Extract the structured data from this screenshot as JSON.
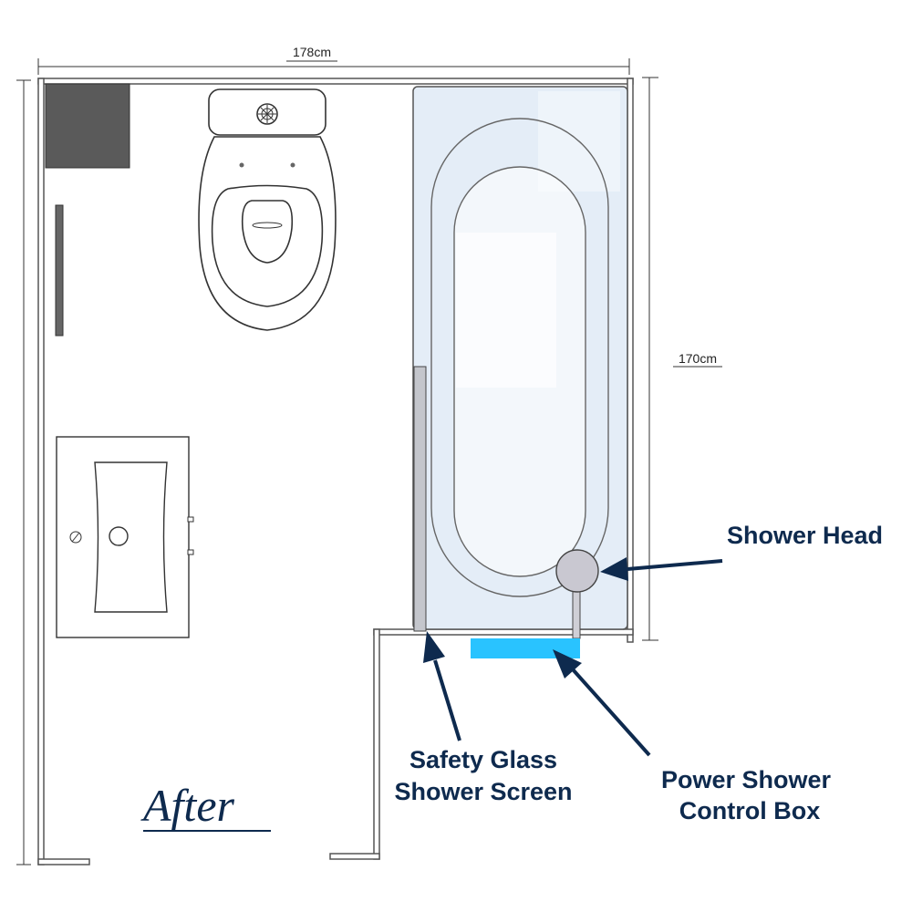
{
  "dimensions": {
    "width": "178cm",
    "depth": "170cm"
  },
  "labels": {
    "shower_head": "Shower Head",
    "screen_line1": "Safety Glass",
    "screen_line2": "Shower Screen",
    "control_line1": "Power Shower",
    "control_line2": "Control Box",
    "after": "After"
  },
  "colors": {
    "wall": "#555555",
    "cabinet": "#5a5a5a",
    "bath_fill": "#e4edf7",
    "control_box": "#29c3ff",
    "arrow": "#0e2a4e",
    "screen": "#c4c6cc"
  }
}
